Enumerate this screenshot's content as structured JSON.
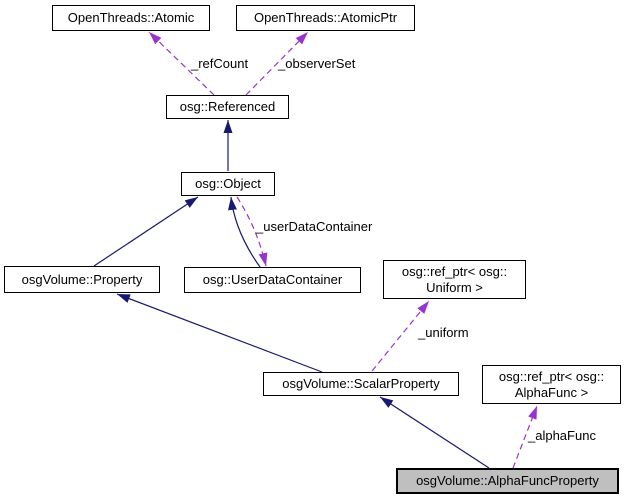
{
  "diagram": {
    "type": "collaboration-graph",
    "colors": {
      "background": "#ffffff",
      "inheritance_edge": "#191970",
      "usage_edge": "#9a32cd",
      "node_fill": "#ffffff",
      "node_border": "#000000",
      "highlight_fill": "#bfbfbf",
      "text": "#000000"
    },
    "nodes": [
      {
        "id": "atomic",
        "label": "OpenThreads::Atomic",
        "highlight": false
      },
      {
        "id": "atomicptr",
        "label": "OpenThreads::AtomicPtr",
        "highlight": false
      },
      {
        "id": "referenced",
        "label": "osg::Referenced",
        "highlight": false
      },
      {
        "id": "object",
        "label": "osg::Object",
        "highlight": false
      },
      {
        "id": "property",
        "label": "osgVolume::Property",
        "highlight": false
      },
      {
        "id": "userdatacontainer",
        "label": "osg::UserDataContainer",
        "highlight": false
      },
      {
        "id": "refptr_uniform",
        "label": "osg::ref_ptr< osg::",
        "label2": "Uniform >",
        "highlight": false
      },
      {
        "id": "scalarproperty",
        "label": "osgVolume::ScalarProperty",
        "highlight": false
      },
      {
        "id": "refptr_alphafunc",
        "label": "osg::ref_ptr< osg::",
        "label2": "AlphaFunc >",
        "highlight": false
      },
      {
        "id": "alphafuncproperty",
        "label": "osgVolume::AlphaFuncProperty",
        "highlight": true
      }
    ],
    "edge_labels": {
      "refCount": "_refCount",
      "observerSet": "_observerSet",
      "userDataContainer": "_userDataContainer",
      "uniform": "_uniform",
      "alphaFunc": "_alphaFunc"
    },
    "edges": [
      {
        "from": "osg::Referenced",
        "to": "OpenThreads::Atomic",
        "type": "usage",
        "label": "_refCount"
      },
      {
        "from": "osg::Referenced",
        "to": "OpenThreads::AtomicPtr",
        "type": "usage",
        "label": "_observerSet"
      },
      {
        "from": "osg::Object",
        "to": "osg::Referenced",
        "type": "inheritance",
        "label": ""
      },
      {
        "from": "osgVolume::Property",
        "to": "osg::Object",
        "type": "inheritance",
        "label": ""
      },
      {
        "from": "osg::UserDataContainer",
        "to": "osg::Object",
        "type": "inheritance",
        "label": ""
      },
      {
        "from": "osg::Object",
        "to": "osg::UserDataContainer",
        "type": "usage",
        "label": "_userDataContainer"
      },
      {
        "from": "osgVolume::ScalarProperty",
        "to": "osgVolume::Property",
        "type": "inheritance",
        "label": ""
      },
      {
        "from": "osgVolume::ScalarProperty",
        "to": "osg::ref_ptr< osg::Uniform >",
        "type": "usage",
        "label": "_uniform"
      },
      {
        "from": "osgVolume::AlphaFuncProperty",
        "to": "osgVolume::ScalarProperty",
        "type": "inheritance",
        "label": ""
      },
      {
        "from": "osgVolume::AlphaFuncProperty",
        "to": "osg::ref_ptr< osg::AlphaFunc >",
        "type": "usage",
        "label": "_alphaFunc"
      }
    ]
  }
}
